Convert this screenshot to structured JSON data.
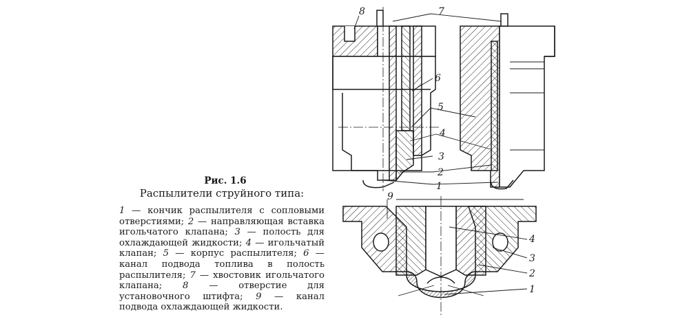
{
  "figure": {
    "number": "Рис. 1.6",
    "title": "Распылители струйного типа:",
    "legend": [
      {
        "num": "1",
        "text": " — кончик распылителя с сопловыми отверстиями; "
      },
      {
        "num": "2",
        "text": " — направляющая вставка игольчатого клапана; "
      },
      {
        "num": "3",
        "text": " — полость для охлаждающей жидкости; "
      },
      {
        "num": "4",
        "text": " — игольчатый клапан; "
      },
      {
        "num": "5",
        "text": " — корпус распылителя; "
      },
      {
        "num": "6",
        "text": " — канал подвода топлива в полость распылителя; "
      },
      {
        "num": "7",
        "text": " — хвостовик игольчатого клапана; "
      },
      {
        "num": "8",
        "text": " — отверстие для установочного штифта; "
      },
      {
        "num": "9",
        "text": " — канал подвода охлаждающей жидкости."
      }
    ]
  },
  "callouts": {
    "c1a": "1",
    "c2a": "2",
    "c3a": "3",
    "c4a": "4",
    "c5a": "5",
    "c6a": "6",
    "c7a": "7",
    "c8a": "8",
    "c9b": "9",
    "c4b": "4",
    "c3b": "3",
    "c2b": "2",
    "c1b": "1"
  }
}
